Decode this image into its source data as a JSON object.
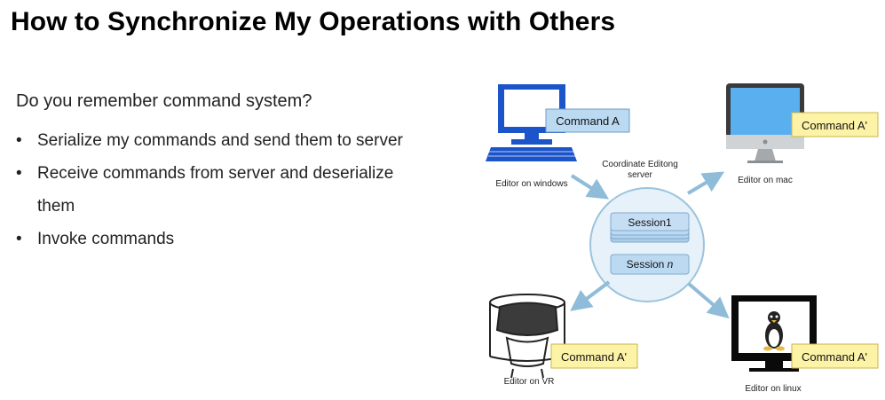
{
  "title": "How to Synchronize My Operations with Others",
  "intro": "Do you remember command system?",
  "bullets": [
    "Serialize my commands and send them to server",
    "Receive commands from server and deserialize them",
    "Invoke commands"
  ],
  "bullet_glyph": "•",
  "diagram": {
    "server_label_line1": "Coordinate Editong",
    "server_label_line2": "server",
    "session1": "Session1",
    "session_n_prefix": "Session ",
    "session_n_var": "n",
    "clients": {
      "windows": {
        "label": "Editor on windows",
        "command": "Command A"
      },
      "mac": {
        "label": "Editor on mac",
        "command": "Command A'"
      },
      "vr": {
        "label": "Editor on VR",
        "command": "Command A'"
      },
      "linux": {
        "label": "Editor on linux",
        "command": "Command A'"
      }
    },
    "colors": {
      "server_fill": "#e6f1f9",
      "server_stroke": "#9cc3dd",
      "session_fill": "#bcd9f2",
      "arrow": "#8fbcd9",
      "command_blue_fill": "#bcd9f2",
      "command_yellow_fill": "#fdf3a7",
      "windows_blue": "#1c54c9"
    }
  }
}
